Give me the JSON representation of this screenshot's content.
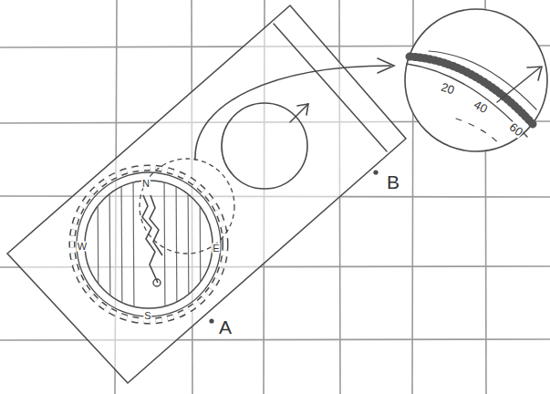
{
  "diagram": {
    "labels": [
      "N",
      "W",
      "E",
      "S",
      "B",
      "A",
      "20",
      "40",
      "60"
    ]
  }
}
